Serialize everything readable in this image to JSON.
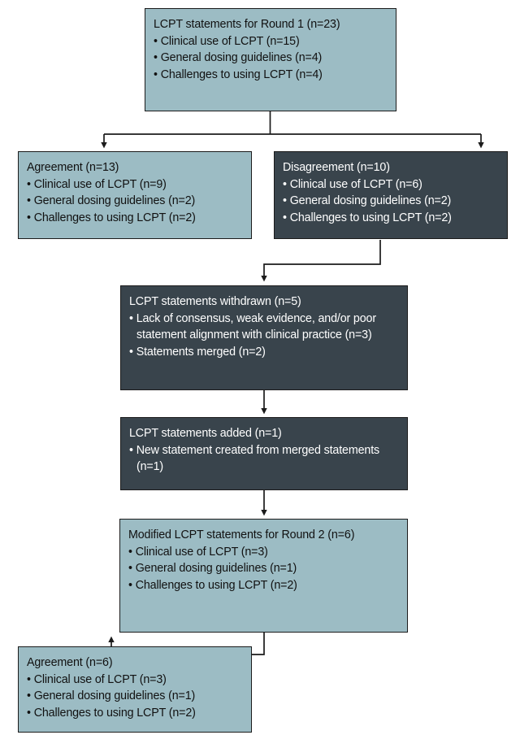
{
  "diagram": {
    "title": "LCPT Delphi statement flow",
    "colors": {
      "light_fill": "#9cbcc4",
      "dark_fill": "#39444c",
      "border": "#1b1b1b",
      "light_text": "#111111",
      "dark_text": "#ffffff",
      "background": "#ffffff"
    },
    "nodes": [
      {
        "id": "round1-statements",
        "style": "light",
        "title": "LCPT statements for Round 1 (n=23)",
        "bullets": [
          "Clinical use of LCPT (n=15)",
          "General dosing guidelines (n=4)",
          "Challenges to using LCPT (n=4)"
        ]
      },
      {
        "id": "agreement-round1",
        "style": "light",
        "title": "Agreement (n=13)",
        "bullets": [
          "Clinical use of LCPT (n=9)",
          "General dosing guidelines (n=2)",
          "Challenges to using LCPT (n=2)"
        ]
      },
      {
        "id": "disagreement-round1",
        "style": "dark",
        "title": "Disagreement (n=10)",
        "bullets": [
          "Clinical use of LCPT (n=6)",
          "General dosing guidelines (n=2)",
          "Challenges to using LCPT (n=2)"
        ]
      },
      {
        "id": "statements-withdrawn",
        "style": "dark",
        "title": "LCPT statements withdrawn (n=5)",
        "bullets": [
          "Lack of consensus, weak evidence,  and/or poor statement alignment with clinical practice (n=3)",
          "Statements merged (n=2)"
        ]
      },
      {
        "id": "statements-added",
        "style": "dark",
        "title": "LCPT statements added (n=1)",
        "bullets": [
          "New statement created from merged statements (n=1)"
        ]
      },
      {
        "id": "round2-statements",
        "style": "light",
        "title": "Modified LCPT statements for Round 2 (n=6)",
        "bullets": [
          "Clinical use of LCPT (n=3)",
          "General dosing guidelines (n=1)",
          "Challenges to using LCPT (n=2)"
        ]
      },
      {
        "id": "agreement-round2",
        "style": "light",
        "title": "Agreement (n=6)",
        "bullets": [
          "Clinical use of LCPT (n=3)",
          "General dosing guidelines (n=1)",
          "Challenges to using LCPT (n=2)"
        ]
      }
    ]
  }
}
